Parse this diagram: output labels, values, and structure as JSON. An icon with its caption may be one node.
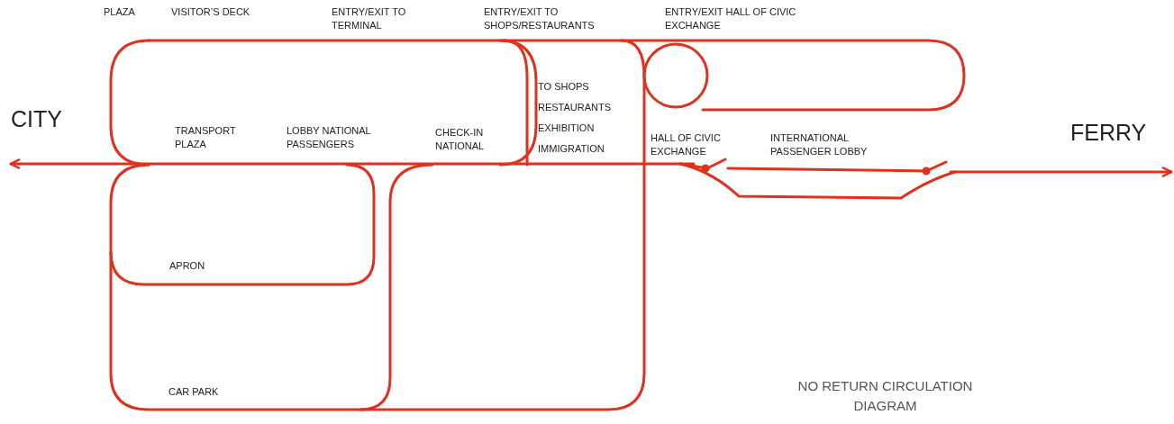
{
  "diagram": {
    "caption": "NO RETURN CIRCULATION DIAGRAM",
    "labels": [
      "PLAZA",
      "VISITOR’S DECK",
      "ENTRY/EXIT TO TERMINAL",
      "ENTRY/EXIT TO SHOPS/RESTAURANTS",
      "ENTRY/EXIT HALL OF CIVIC EXCHANGE",
      "CITY",
      "FERRY",
      "TO SHOPS",
      "RESTAURANTS",
      "EXHIBITION",
      "TRANSPORT PLAZA",
      "LOBBY NATIONAL PASSENGERS",
      "CHECK-IN NATIONAL",
      "IMMIGRATION",
      "HALL OF CIVIC EXCHANGE",
      "INTERNATIONAL PASSENGER LOBBY",
      "APRON",
      "CAR PARK"
    ]
  }
}
